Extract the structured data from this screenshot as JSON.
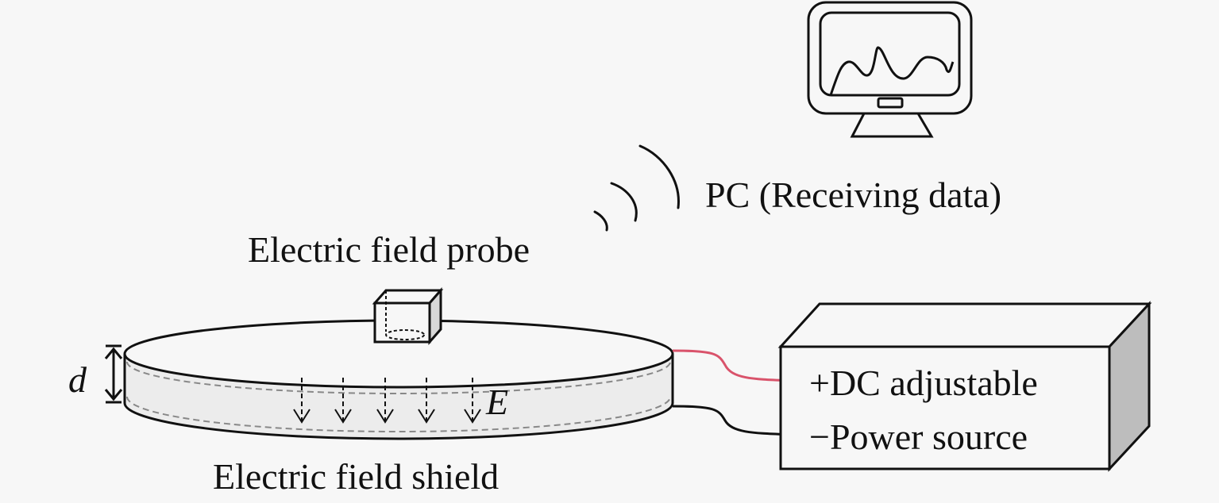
{
  "diagram": {
    "labels": {
      "pc": "PC (Receiving data)",
      "probe": "Electric field probe",
      "shield": "Electric field shield",
      "dc_plus": "+DC adjustable",
      "dc_minus": "−Power source",
      "field": "E",
      "gap": "d"
    },
    "colors": {
      "background": "#f7f7f7",
      "stroke": "#111111",
      "positive_wire": "#d9536b",
      "positive_terminal": "#c0202a",
      "negative_wire": "#111111",
      "box_side": "#bdbdbd",
      "shield_fill": "#ececec"
    },
    "field_arrow_count": 5,
    "wireless_arcs": 3
  }
}
